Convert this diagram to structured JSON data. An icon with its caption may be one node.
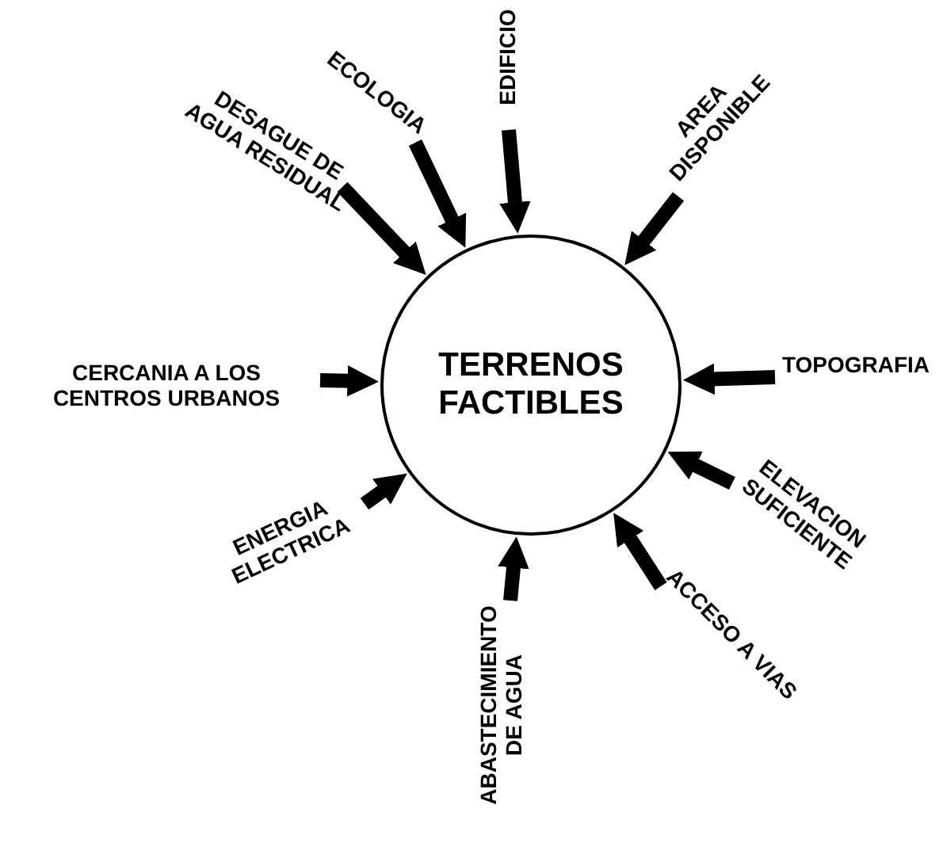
{
  "diagram": {
    "nodes": [
      {
        "text": [
          "TERRENOS FACTIBLES"
        ]
      },
      {
        "text": [
          "DESAGUE DE AGUA RESIDUAL"
        ]
      },
      {
        "text": [
          "ECOLOGIA"
        ]
      },
      {
        "text": [
          "EDIFICIO"
        ]
      },
      {
        "text": [
          "AREA DISPONIBLE"
        ]
      },
      {
        "text": [
          "TOPOGRAFIA"
        ]
      },
      {
        "text": [
          "ELEVACION SUFICIENTE"
        ]
      },
      {
        "text": [
          "ACCESO A VIAS"
        ]
      },
      {
        "text": [
          "ABASTECIMIENTO DE AGUA"
        ]
      },
      {
        "text": [
          "ENERGIA ELECTRICA"
        ]
      },
      {
        "text": [
          "CERCANIA A LOS CENTROS URBANOS"
        ]
      }
    ],
    "edges": [
      {
        "from": 1,
        "to": 0,
        "arrow": "to"
      },
      {
        "from": 2,
        "to": 0,
        "arrow": "to"
      },
      {
        "from": 3,
        "to": 0,
        "arrow": "to"
      },
      {
        "from": 4,
        "to": 0,
        "arrow": "to"
      },
      {
        "from": 5,
        "to": 0,
        "arrow": "to"
      },
      {
        "from": 6,
        "to": 0,
        "arrow": "to"
      },
      {
        "from": 7,
        "to": 0,
        "arrow": "to"
      },
      {
        "from": 8,
        "to": 0,
        "arrow": "to"
      },
      {
        "from": 9,
        "to": 0,
        "arrow": "to"
      },
      {
        "from": 10,
        "to": 0,
        "arrow": "to"
      }
    ]
  }
}
